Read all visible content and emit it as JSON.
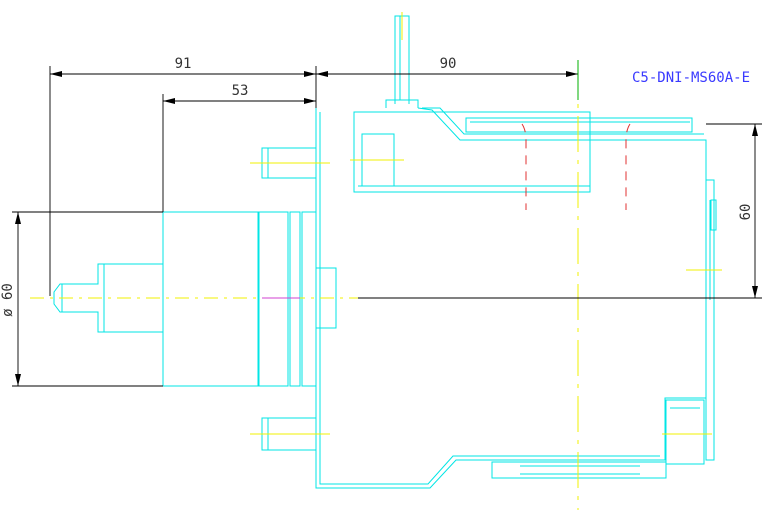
{
  "drawing": {
    "part_label": "C5-DNI-MS60A-E",
    "dimensions": {
      "overall_left": "91",
      "flange_offset": "53",
      "right_to_centerline": "90",
      "side_height": "60",
      "diameter": "ø 60"
    },
    "colors": {
      "geometry": "#00e5e5",
      "dimension": "#000000",
      "centerline": "#f2f200",
      "hidden": "#e03030",
      "label": "#3a3aff"
    }
  }
}
